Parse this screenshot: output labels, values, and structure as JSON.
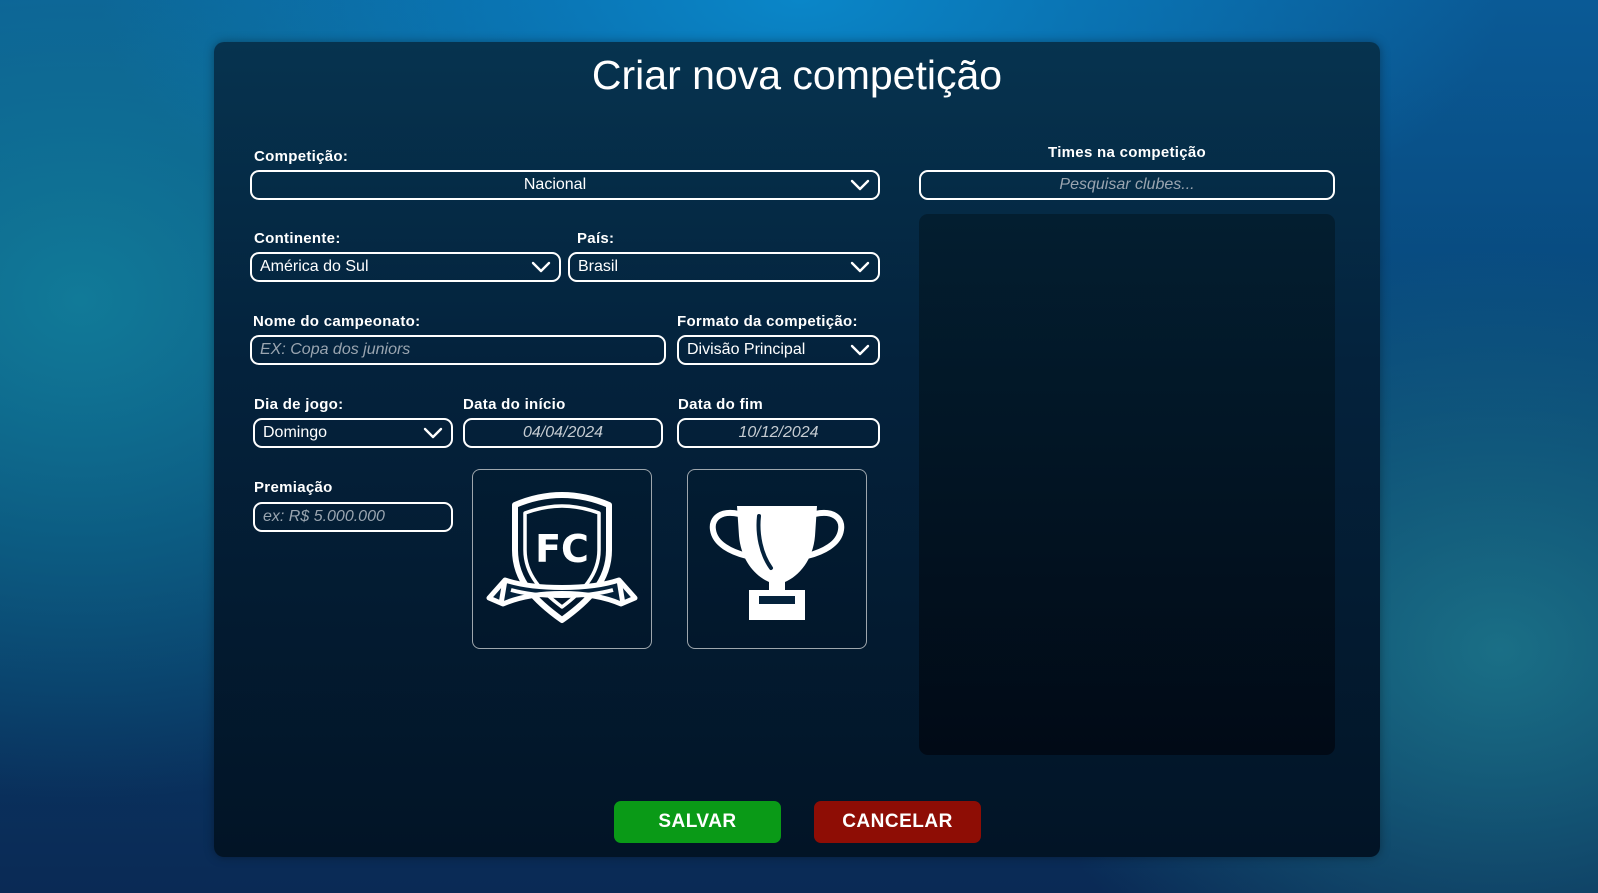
{
  "title": "Criar nova competição",
  "competicao": {
    "label": "Competição:",
    "value": "Nacional"
  },
  "continente": {
    "label": "Continente:",
    "value": "América do Sul"
  },
  "pais": {
    "label": "País:",
    "value": "Brasil"
  },
  "nome": {
    "label": "Nome do campeonato:",
    "placeholder": "EX: Copa dos juniors"
  },
  "formato": {
    "label": "Formato da competição:",
    "value": "Divisão Principal"
  },
  "dia_jogo": {
    "label": "Dia de jogo:",
    "value": "Domingo"
  },
  "data_inicio": {
    "label": "Data do início",
    "placeholder": "04/04/2024"
  },
  "data_fim": {
    "label": "Data do fim",
    "placeholder": "10/12/2024"
  },
  "premiacao": {
    "label": "Premiação",
    "placeholder": "ex: R$ 5.000.000"
  },
  "emblem": {
    "icon": "club-shield-icon",
    "text": "FC"
  },
  "trophy": {
    "icon": "trophy-icon"
  },
  "times": {
    "label": "Times na competição",
    "search_placeholder": "Pesquisar clubes..."
  },
  "buttons": {
    "save": "SALVAR",
    "cancel": "CANCELAR"
  },
  "colors": {
    "save": "#0a9a17",
    "cancel": "#8e0d05",
    "border": "#ffffff"
  }
}
